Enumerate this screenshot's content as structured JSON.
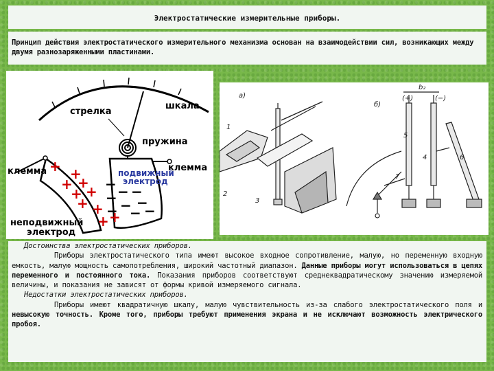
{
  "title": "Электростатические измерительные приборы.",
  "intro": "Принцип действия электростатического измерительного механизма основан на взаимодействии сил, возникающих между двумя разнозаряженными пластинами.",
  "figure1": {
    "label_needle": "стрелка",
    "label_scale": "шкала",
    "label_spring": "пружина",
    "label_terminal_left": "клемма",
    "label_terminal_right": "клемма",
    "label_moving_electrode_1": "подвижный",
    "label_moving_electrode_2": "электрод",
    "label_fixed_electrode_1": "неподвижный",
    "label_fixed_electrode_2": "электрод",
    "plus_sign": "+",
    "minus_sign": "−"
  },
  "figure2": {
    "label_a": "а)",
    "label_b": "б)",
    "num_1": "1",
    "num_2": "2",
    "num_3": "3",
    "num_4": "4",
    "num_5": "5",
    "num_6": "6",
    "num_7": "7",
    "dim_label": "b₂",
    "term_plus": "(+)",
    "term_minus": "(−)"
  },
  "advantages": {
    "heading": "Достоинства электростатических приборов.",
    "text_normal": "Приборы электростатического типа имеют высокое входное сопротивление, малую, но переменную входную емкость, малую мощность самопотребления, широкий частотный диапазон.",
    "text_bold": " Данные приборы могут использоваться в цепях переменного и постоянного тока.",
    "text_tail": " Показания приборов соответствуют среднеквадратическому значению измеряемой величины, и показания не зависят от формы кривой измеряемого сигнала."
  },
  "disadvantages": {
    "heading": "Недостатки электростатических приборов.",
    "text_normal": "Приборы имеют квадратичную шкалу, малую чувствительность из-за слабого электростатического поля и",
    "text_bold": " невысокую точность. Кроме того, приборы требуют применения экрана и не исключают возможность электрического пробоя."
  }
}
